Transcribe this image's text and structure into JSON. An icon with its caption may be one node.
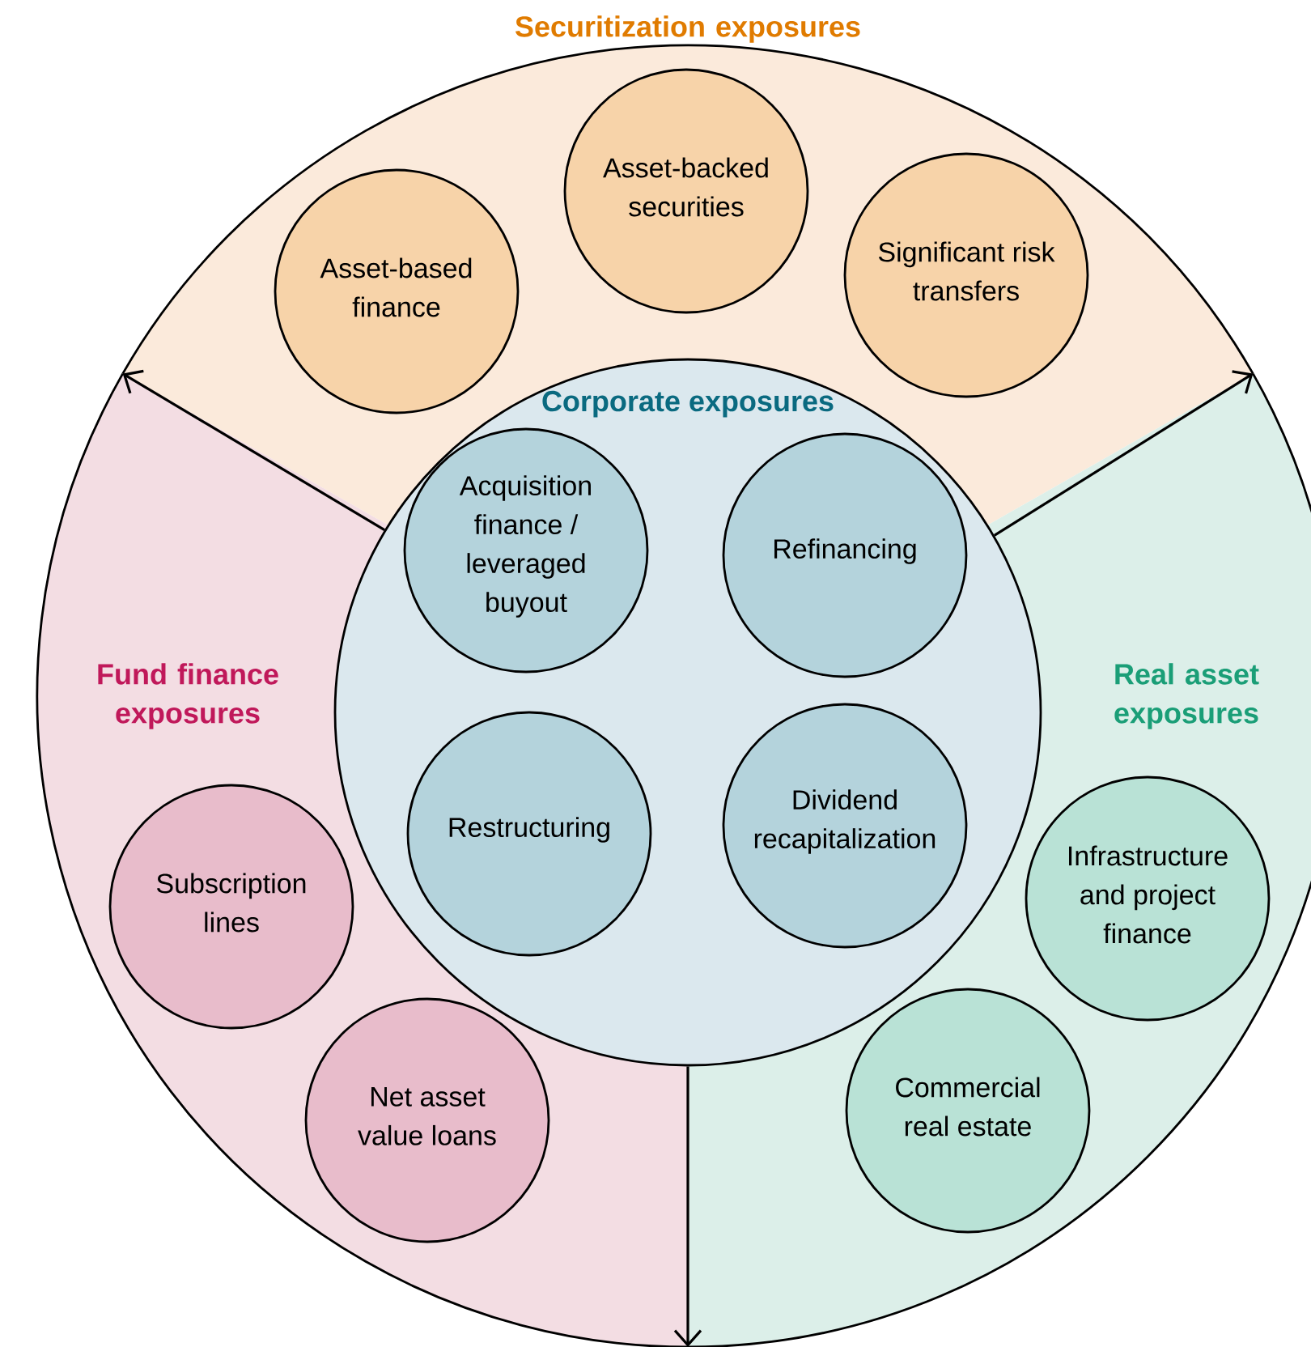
{
  "diagram": {
    "nodes": [
      {
        "text": [
          "Securitization exposures"
        ]
      },
      {
        "text": [
          "Asset-based finance"
        ],
        "in": 0
      },
      {
        "text": [
          "Asset-backed securities"
        ],
        "in": 0
      },
      {
        "text": [
          "Significant risk transfers"
        ],
        "in": 0
      },
      {
        "text": [
          "Corporate exposures"
        ]
      },
      {
        "text": [
          "Acquisition finance / leveraged buyout"
        ]
      },
      {
        "text": [
          "Refinancing"
        ]
      },
      {
        "text": [
          "Restructuring"
        ]
      },
      {
        "text": [
          "Dividend recapitalization"
        ]
      },
      {
        "text": [
          "Fund finance exposures"
        ]
      },
      {
        "text": [
          "Subscription lines"
        ],
        "in": 9
      },
      {
        "text": [
          "Net asset value loans"
        ],
        "in": 9
      },
      {
        "text": [
          "Real asset exposures"
        ]
      },
      {
        "text": [
          "Infrastructure and project finance"
        ],
        "in": 12
      },
      {
        "text": [
          "Commercial real estate"
        ],
        "in": 12
      }
    ],
    "edges": [
      {
        "from": 4,
        "to": 0,
        "arrow": "to"
      },
      {
        "from": 4,
        "to": 0,
        "arrow": "to"
      },
      {
        "from": 4,
        "to": 12,
        "arrow": "to"
      }
    ]
  }
}
